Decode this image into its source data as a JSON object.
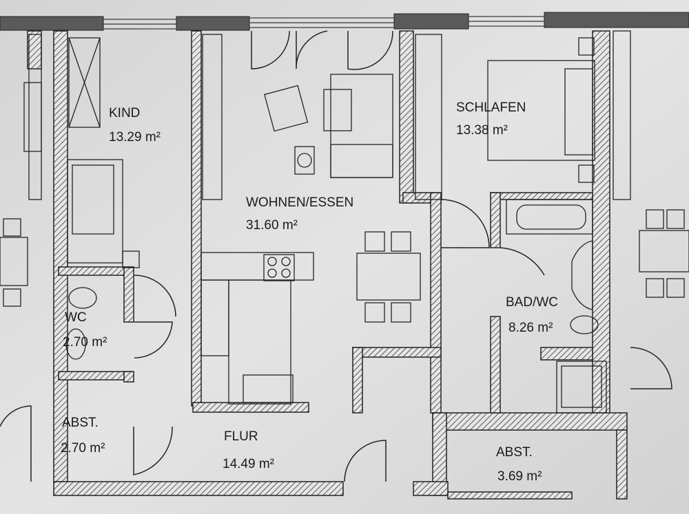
{
  "rooms": [
    {
      "id": "kind",
      "name": "KIND",
      "area": "13.29 m²"
    },
    {
      "id": "wohnen",
      "name": "WOHNEN/ESSEN",
      "area": "31.60 m²"
    },
    {
      "id": "schlafen",
      "name": "SCHLAFEN",
      "area": "13.38 m²"
    },
    {
      "id": "wc",
      "name": "WC",
      "area": "2.70 m²"
    },
    {
      "id": "bad",
      "name": "BAD/WC",
      "area": "8.26 m²"
    },
    {
      "id": "abst1",
      "name": "ABST.",
      "area": "2.70 m²"
    },
    {
      "id": "flur",
      "name": "FLUR",
      "area": "14.49 m²"
    },
    {
      "id": "abst2",
      "name": "ABST.",
      "area": "3.69 m²"
    }
  ],
  "colors": {
    "paper": "#dedede",
    "line": "#222222",
    "outer_wall": "#555555"
  }
}
